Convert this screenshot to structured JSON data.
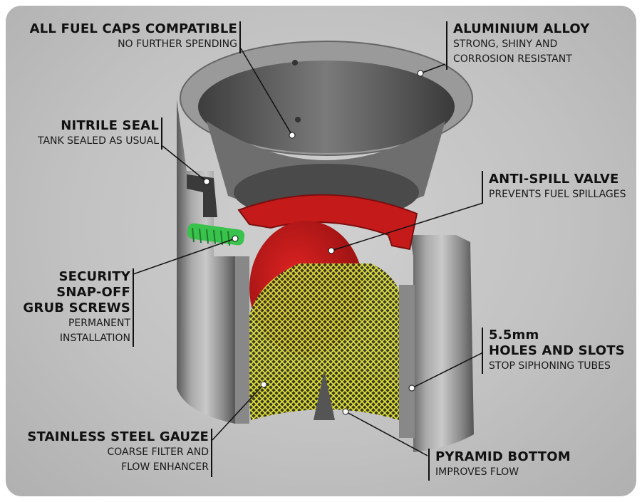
{
  "colors": {
    "background": "#c6c6c6",
    "valve": "#c01818",
    "gauze": "#d7d92a",
    "screw": "#36c24a",
    "body": "#7b7b7b"
  },
  "labels": {
    "fuel_caps": {
      "title": "ALL FUEL CAPS COMPATIBLE",
      "sub": [
        "NO FURTHER SPENDING"
      ]
    },
    "alloy": {
      "title": "ALUMINIUM ALLOY",
      "sub": [
        "STRONG, SHINY AND",
        "CORROSION RESISTANT"
      ]
    },
    "seal": {
      "title": "NITRILE SEAL",
      "sub": [
        "TANK SEALED AS USUAL"
      ]
    },
    "valve": {
      "title": "ANTI-SPILL VALVE",
      "sub": [
        "PREVENTS FUEL SPILLAGES"
      ]
    },
    "screws": {
      "title": [
        "SECURITY",
        "SNAP-OFF",
        "GRUB SCREWS"
      ],
      "sub": [
        "PERMANENT",
        "INSTALLATION"
      ]
    },
    "holes": {
      "title": [
        "5.5mm",
        "HOLES AND SLOTS"
      ],
      "sub": [
        "STOP SIPHONING TUBES"
      ]
    },
    "gauze": {
      "title": "STAINLESS STEEL GAUZE",
      "sub": [
        "COARSE FILTER AND",
        "FLOW  ENHANCER"
      ]
    },
    "pyramid": {
      "title": "PYRAMID BOTTOM",
      "sub": [
        "IMPROVES FLOW"
      ]
    }
  }
}
